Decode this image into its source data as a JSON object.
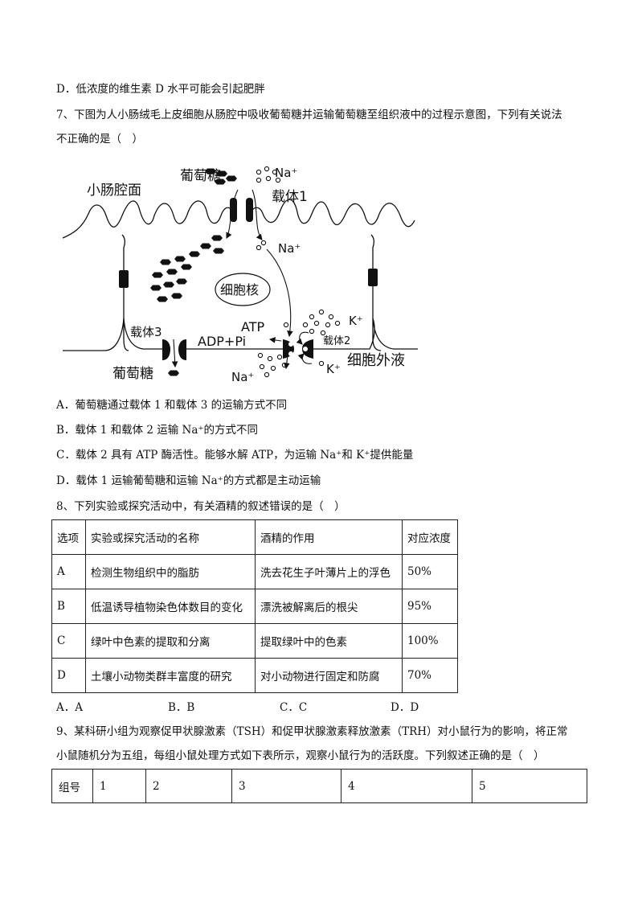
{
  "q6_option_d": "D．低浓度的维生素 D 水平可能会引起肥胖",
  "q7": {
    "stem_line1": "7、下图为人小肠绒毛上皮细胞从肠腔中吸收葡萄糖并运输葡萄糖至组织液中的过程示意图，下列有关说法",
    "stem_line2": "不正确的是（　）",
    "figure_labels": {
      "glucose_top": "葡萄糖",
      "na_top": "Na⁺",
      "lumen": "小肠腔面",
      "carrier1": "载体1",
      "na_mid": "Na⁺",
      "nucleus": "细胞核",
      "atp": "ATP",
      "k_right": "K⁺",
      "carrier3": "载体3",
      "adp_pi": "ADP+Pi",
      "carrier2": "载体2",
      "extracellular": "细胞外液",
      "glucose_bottom": "葡萄糖",
      "na_bottom": "Na⁺",
      "k_bottom": "K⁺"
    },
    "options": [
      "A．葡萄糖通过载体 1 和载体 3 的运输方式不同",
      "B．载体 1 和载体 2 运输 Na⁺的方式不同",
      "C．载体 2 具有 ATP 酶活性。能够水解 ATP，为运输 Na⁺和 K⁺提供能量",
      "D．载体 1 运输葡萄糖和运输 Na⁺的方式都是主动运输"
    ]
  },
  "q8": {
    "stem": "8、下列实验或探究活动中，有关酒精的叙述错误的是（　）",
    "headers": [
      "选项",
      "实验或探究活动的名称",
      "酒精的作用",
      "对应浓度"
    ],
    "rows": [
      [
        "A",
        "检测生物组织中的脂肪",
        "洗去花生子叶薄片上的浮色",
        "50%"
      ],
      [
        "B",
        "低温诱导植物染色体数目的变化",
        "漂洗被解离后的根尖",
        "95%"
      ],
      [
        "C",
        "绿叶中色素的提取和分离",
        "提取绿叶中的色素",
        "100%"
      ],
      [
        "D",
        "土壤小动物类群丰富度的研究",
        "对小动物进行固定和防腐",
        "70%"
      ]
    ],
    "options": [
      "A．A",
      "B．B",
      "C．C",
      "D．D"
    ]
  },
  "q9": {
    "stem_line1": "9、某科研小组为观察促甲状腺激素（TSH）和促甲状腺激素释放激素（TRH）对小鼠行为的影响，将正常",
    "stem_line2": "小鼠随机分为五组，每组小鼠处理方式如下表所示，观察小鼠行为的活跃度。下列叙述正确的是（　）",
    "header": [
      "组号",
      "1",
      "2",
      "3",
      "4",
      "5"
    ]
  }
}
